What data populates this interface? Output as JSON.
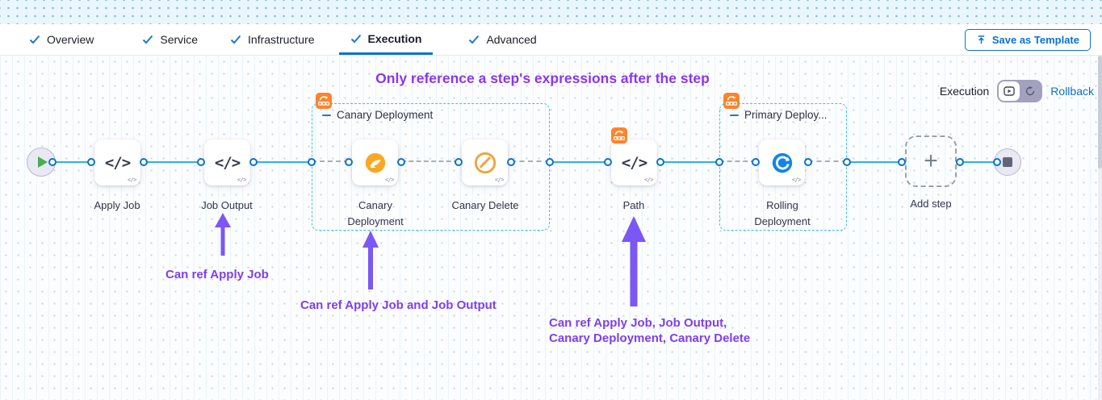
{
  "tabs": [
    {
      "label": "Overview",
      "checked": true,
      "active": false
    },
    {
      "label": "Service",
      "checked": true,
      "active": false
    },
    {
      "label": "Infrastructure",
      "checked": true,
      "active": false
    },
    {
      "label": "Execution",
      "checked": true,
      "active": true
    },
    {
      "label": "Advanced",
      "checked": true,
      "active": false
    }
  ],
  "toolbar": {
    "save_as_template": "Save as Template"
  },
  "view_switch": {
    "execution_label": "Execution",
    "rollback_label": "Rollback"
  },
  "annotations": {
    "title": "Only reference a step's expressions after the step",
    "ref_job_output": "Can ref Apply Job",
    "ref_canary": "Can ref Apply Job and Job Output",
    "ref_path_line1": "Can ref Apply Job, Job Output,",
    "ref_path_line2": "Canary Deployment, Canary Delete"
  },
  "pipeline": {
    "steps": {
      "apply_job": "Apply Job",
      "job_output": "Job Output",
      "canary_deployment_line1": "Canary",
      "canary_deployment_line2": "Deployment",
      "canary_delete": "Canary Delete",
      "path": "Path",
      "rolling_line1": "Rolling",
      "rolling_line2": "Deployment"
    },
    "groups": {
      "canary": "Canary Deployment",
      "primary": "Primary Deploy..."
    },
    "add_step": "Add step"
  },
  "icons": {
    "code": "</>",
    "plus": "+"
  },
  "colors": {
    "accent_blue": "#0b72ce",
    "connector_cyan": "#29b2ec",
    "group_border_cyan": "#3fc0f0",
    "purple_text": "#7d3ff0",
    "purple_title": "#8a36f0",
    "arrow_purple": "#7b57f6",
    "badge_orange": "#ff832b",
    "canary_orange": "#f9a825",
    "rolling_blue": "#1285e8",
    "play_green": "#49ae52"
  }
}
